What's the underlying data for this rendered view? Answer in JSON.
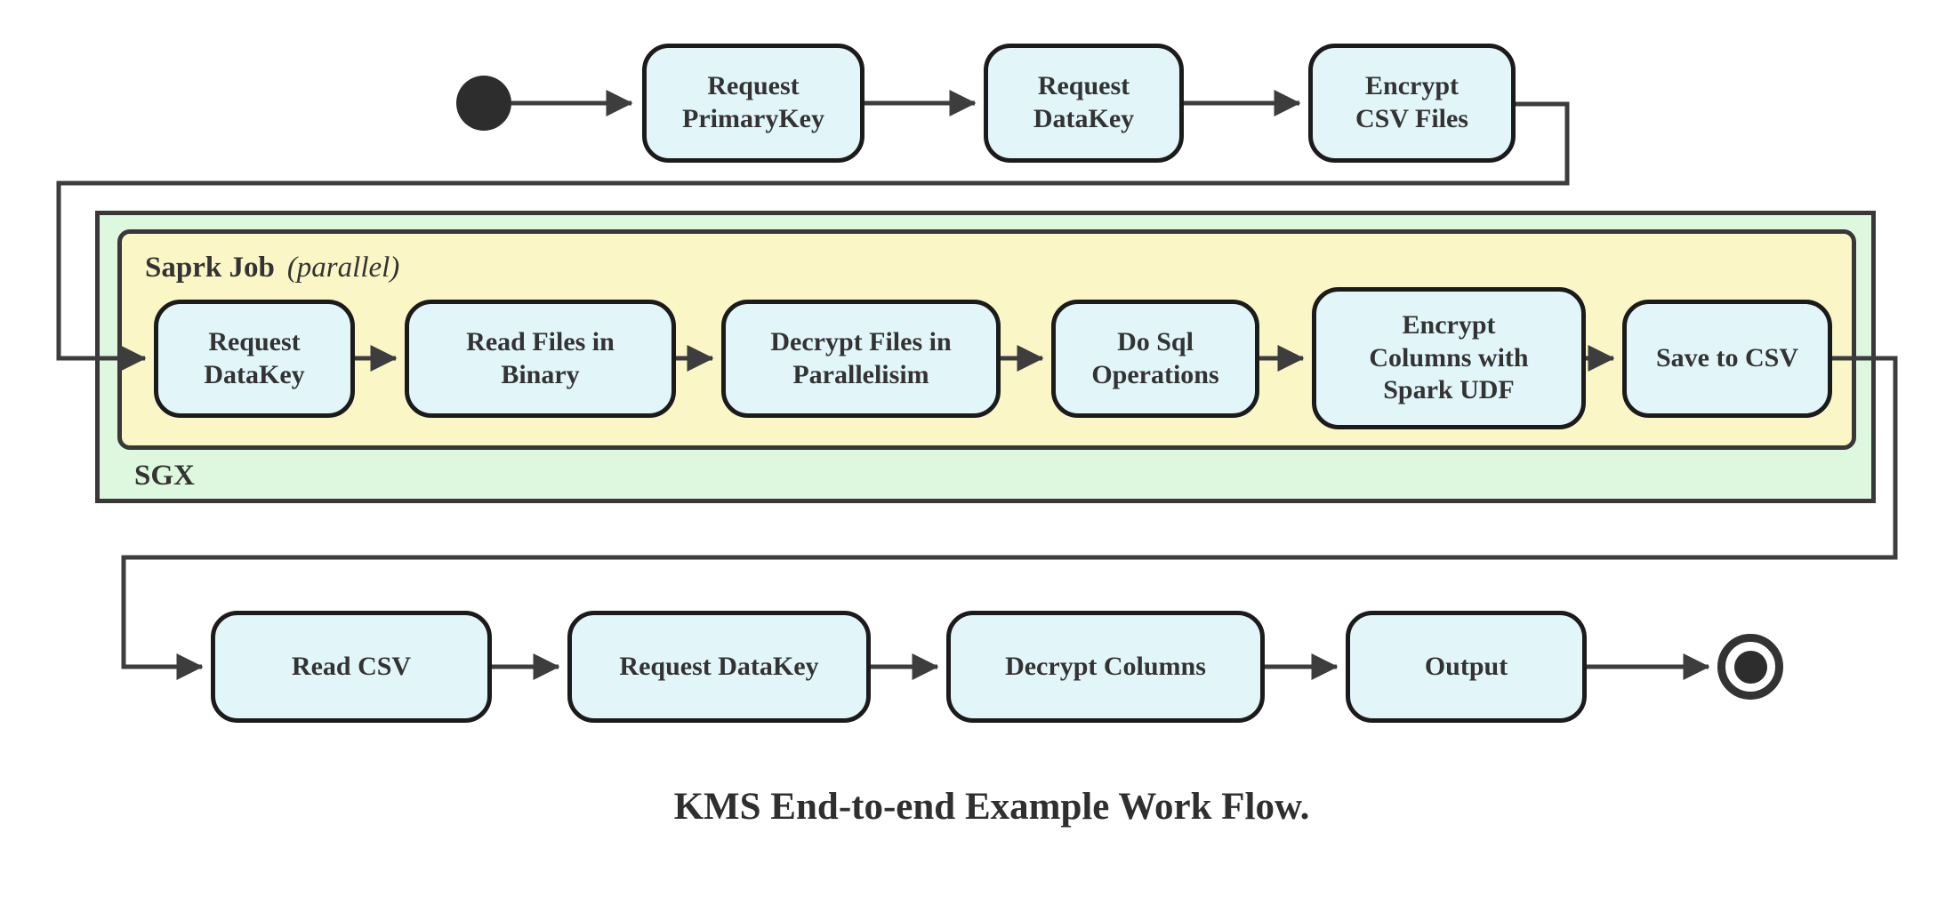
{
  "diagram": {
    "caption": "KMS End-to-end Example Work Flow.",
    "containers": {
      "sgx": {
        "label": "SGX"
      },
      "spark_job": {
        "label": "Saprk Job",
        "qualifier": "(parallel)"
      }
    },
    "nodes": {
      "request_primarykey": [
        "Request",
        "PrimaryKey"
      ],
      "request_datakey_top": [
        "Request",
        "DataKey"
      ],
      "encrypt_csv_files": [
        "Encrypt",
        "CSV Files"
      ],
      "request_datakey_sgx": [
        "Request",
        "DataKey"
      ],
      "read_files_in_binary": [
        "Read Files in",
        "Binary"
      ],
      "decrypt_files_in_parallelisim": [
        "Decrypt Files in",
        "Parallelisim"
      ],
      "do_sql_operations": [
        "Do Sql",
        "Operations"
      ],
      "encrypt_columns_with_spark_udf": [
        "Encrypt",
        "Columns with",
        "Spark UDF"
      ],
      "save_to_csv": [
        "Save to CSV"
      ],
      "read_csv": [
        "Read CSV"
      ],
      "request_datakey_bottom": [
        "Request DataKey"
      ],
      "decrypt_columns": [
        "Decrypt Columns"
      ],
      "output": [
        "Output"
      ]
    },
    "flow_edges": [
      "start -> Request PrimaryKey",
      "Request PrimaryKey -> Request DataKey",
      "Request DataKey -> Encrypt CSV Files",
      "Encrypt CSV Files -> Request DataKey (SGX)",
      "Request DataKey (SGX) -> Read Files in Binary",
      "Read Files in Binary -> Decrypt Files in Parallelisim",
      "Decrypt Files in Parallelisim -> Do Sql Operations",
      "Do Sql Operations -> Encrypt Columns with Spark UDF",
      "Encrypt Columns with Spark UDF -> Save to CSV",
      "Save to CSV -> Read CSV",
      "Read CSV -> Request DataKey",
      "Request DataKey -> Decrypt Columns",
      "Decrypt Columns -> Output",
      "Output -> end"
    ],
    "colors": {
      "node_fill": "#e2f6fa",
      "node_border": "#1b1b1b",
      "sgx_container_fill": "#ddf8de",
      "spark_container_fill": "#fbf6c6",
      "container_border": "#383838",
      "connector": "#3d3d3d",
      "text": "#333333",
      "background": "#ffffff"
    }
  }
}
